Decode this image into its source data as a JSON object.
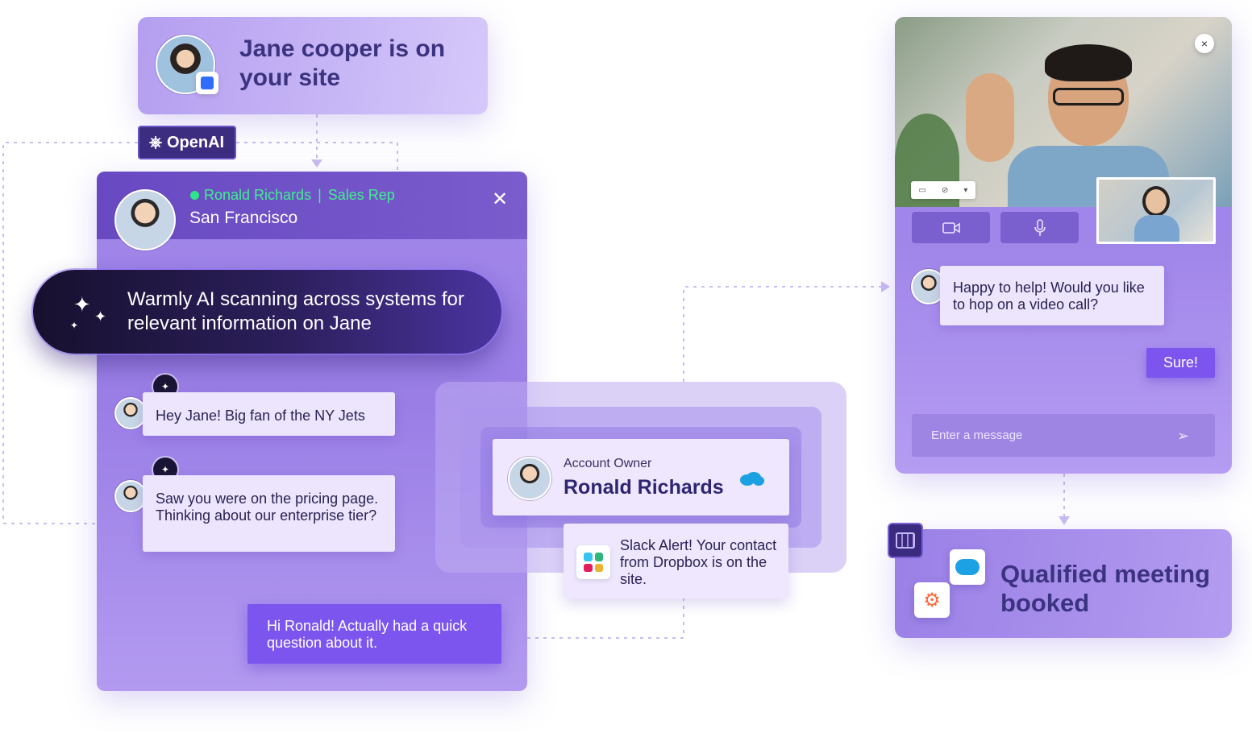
{
  "jane_card": {
    "title": "Jane cooper is on your site"
  },
  "openai_badge": {
    "label": "OpenAI",
    "icon": "openai-logo"
  },
  "chat": {
    "rep_name": "Ronald Richards",
    "rep_role": "Sales Rep",
    "location": "San Francisco",
    "close_label": "✕",
    "status_color": "#2ee58a",
    "scanning_text": "Warmly AI scanning across systems for relevant information on Jane",
    "messages": [
      {
        "text": "Hey Jane! Big fan of the NY Jets"
      },
      {
        "text": "Saw you were on the pricing page. Thinking about our enterprise tier?"
      }
    ],
    "reply": "Hi Ronald! Actually had a quick question about it."
  },
  "account_owner": {
    "label": "Account Owner",
    "name": "Ronald Richards",
    "icon": "salesforce-icon"
  },
  "slack_alert": {
    "text": "Slack Alert! Your contact from Dropbox is on the site.",
    "icon": "slack-icon"
  },
  "video_panel": {
    "close_label": "×",
    "message": "Happy to help! Would you like to hop on a video call?",
    "sure_label": "Sure!",
    "input_placeholder": "Enter a message"
  },
  "meeting": {
    "title": "Qualified meeting booked"
  },
  "colors": {
    "accent": "#7c55ee",
    "panel": "#9a7ee6",
    "dark": "#1a1434"
  }
}
